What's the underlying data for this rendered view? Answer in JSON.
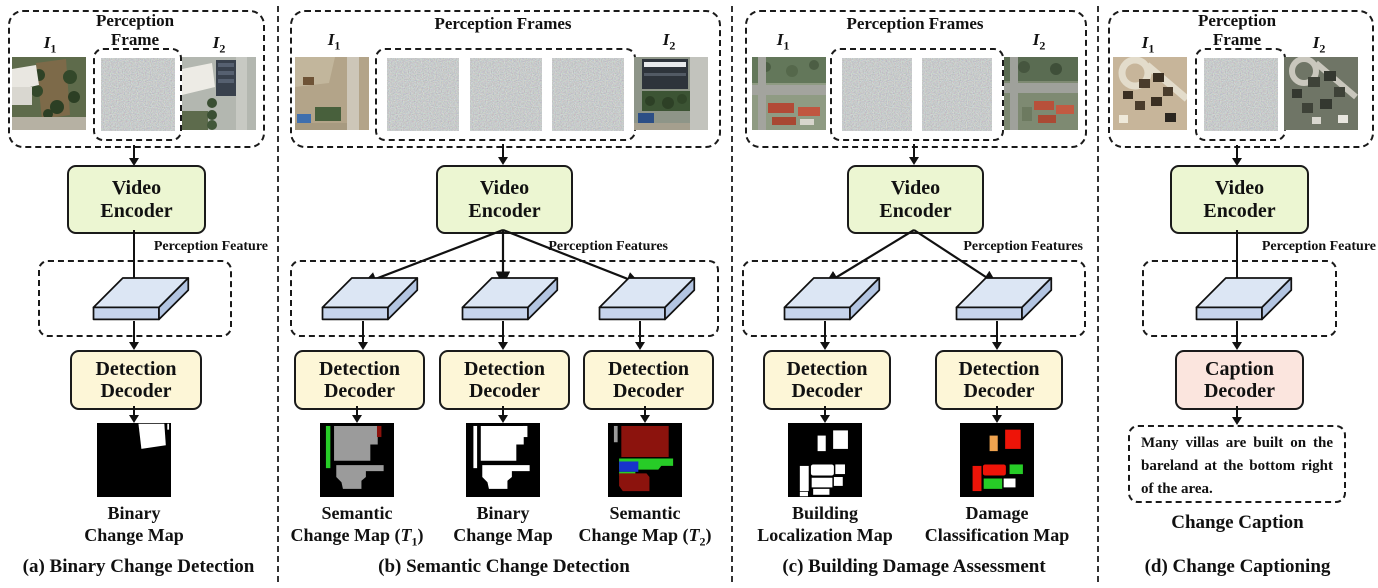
{
  "labels": {
    "image1": {
      "base": "I",
      "sub": "1"
    },
    "image2": {
      "base": "I",
      "sub": "2"
    }
  },
  "blocks": {
    "video_encoder": {
      "line1": "Video",
      "line2": "Encoder"
    },
    "detection_decoder": {
      "line1": "Detection",
      "line2": "Decoder"
    },
    "caption_decoder": {
      "line1": "Caption",
      "line2": "Decoder"
    }
  },
  "panels": {
    "a": {
      "caption": "(a) Binary Change Detection",
      "frames_title": {
        "line1": "Perception",
        "line2": "Frame"
      },
      "feature_label": "Perception Feature",
      "output": {
        "line1": "Binary",
        "line2_pre": "Change Map",
        "t": "",
        "t_sub": "",
        "line2_post": ""
      }
    },
    "b": {
      "caption": "(b) Semantic Change Detection",
      "frames_title": {
        "line1": "Perception Frames",
        "line2": ""
      },
      "feature_label": "Perception Features",
      "outputs": [
        {
          "line1": "Semantic",
          "line2_pre": "Change Map (",
          "t": "T",
          "t_sub": "1",
          "line2_post": ")"
        },
        {
          "line1": "Binary",
          "line2_pre": "Change Map",
          "t": "",
          "t_sub": "",
          "line2_post": ""
        },
        {
          "line1": "Semantic",
          "line2_pre": "Change Map (",
          "t": "T",
          "t_sub": "2",
          "line2_post": ")"
        }
      ]
    },
    "c": {
      "caption": "(c) Building Damage Assessment",
      "frames_title": {
        "line1": "Perception Frames",
        "line2": ""
      },
      "feature_label": "Perception Features",
      "outputs": [
        {
          "line1": "Building",
          "line2_pre": "Localization Map",
          "t": "",
          "t_sub": "",
          "line2_post": ""
        },
        {
          "line1": "Damage",
          "line2_pre": "Classification Map",
          "t": "",
          "t_sub": "",
          "line2_post": ""
        }
      ]
    },
    "d": {
      "caption": "(d) Change Captioning",
      "frames_title": {
        "line1": "Perception",
        "line2": "Frame"
      },
      "feature_label": "Perception Feature",
      "caption_text": "Many villas are built on the bareland at the bottom right of the area.",
      "output_label": "Change Caption"
    }
  },
  "colors": {
    "encoder_fill": "#ecf6d2",
    "decoder_fill": "#fdf6d7",
    "caption_decoder_fill": "#fbe5de",
    "tensor_top": "#dce6f4",
    "tensor_front": "#c6d4ec",
    "tensor_side": "#b3c5e2",
    "map_bg": "#000000",
    "map_gray": "#9b9b9b",
    "map_green": "#27cc27",
    "map_dark_red": "#8c130d",
    "map_red": "#ee1408",
    "map_orange": "#efa34f",
    "map_blue": "#1733cc",
    "map_white": "#ffffff"
  }
}
